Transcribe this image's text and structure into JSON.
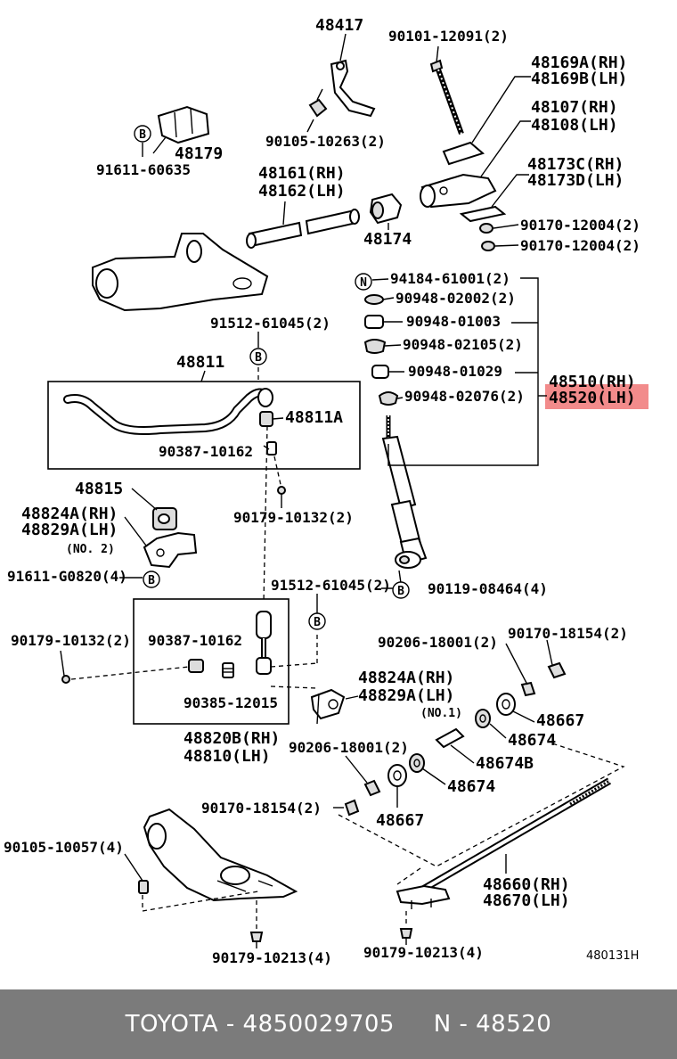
{
  "labels": {
    "p48417": "48417",
    "p90101": "90101-12091(2)",
    "p48169a": "48169A(RH)",
    "p48169b": "48169B(LH)",
    "p48107": "48107(RH)",
    "p48108": "48108(LH)",
    "p48173c": "48173C(RH)",
    "p48173d": "48173D(LH)",
    "p90170a": "90170-12004(2)",
    "p90170b": "90170-12004(2)",
    "p90105a": "90105-10263(2)",
    "p48179": "48179",
    "p91611a": "91611-60635",
    "p48161": "48161(RH)",
    "p48162": "48162(LH)",
    "p48174a": "48174",
    "p94184": "94184-61001(2)",
    "p90948a": "90948-02002(2)",
    "p90948b": "90948-01003",
    "p90948c": "90948-02105(2)",
    "p90948d": "90948-01029",
    "p90948e": "90948-02076(2)",
    "p48510": "48510(RH)",
    "p48520": "48520(LH)",
    "p91512a": "91512-61045(2)",
    "p48811": "48811",
    "p48811a": "48811A",
    "p90387a": "90387-10162",
    "p48815": "48815",
    "p48824a1": "48824A(RH)",
    "p48829a1": "48829A(LH)",
    "pno2": "(NO. 2)",
    "p90179a": "90179-10132(2)",
    "p91611b": "91611-G0820(4)",
    "p91512b": "91512-61045(2)",
    "p90119": "90119-08464(4)",
    "p90179b": "90179-10132(2)",
    "p90387b": "90387-10162",
    "p90385": "90385-12015",
    "p48820b": "48820B(RH)",
    "p48810": "48810(LH)",
    "p90206a": "90206-18001(2)",
    "p90170c": "90170-18154(2)",
    "p48824a2": "48824A(RH)",
    "p48829a2": "48829A(LH)",
    "pno1": "(NO.1)",
    "p48667a": "48667",
    "p48674a": "48674",
    "p48674b": "48674B",
    "p90206b": "90206-18001(2)",
    "p48674c": "48674",
    "p90170d": "90170-18154(2)",
    "p48667b": "48667",
    "p90105b": "90105-10057(4)",
    "p48660": "48660(RH)",
    "p48670": "48670(LH)",
    "p90179c": "90179-10213(4)",
    "p90179d": "90179-10213(4)",
    "pcode": "480131H"
  },
  "markers": {
    "b": "B",
    "n": "N"
  },
  "highlight_color": "#f28b8b",
  "footer": {
    "text": "TOYOTA - 4850029705     N - 48520"
  }
}
